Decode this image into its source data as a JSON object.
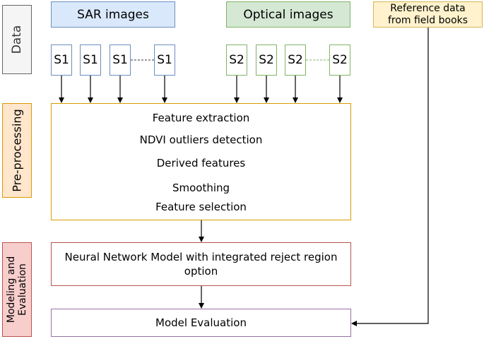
{
  "stages": {
    "data": "Data",
    "preprocessing": "Pre-processing",
    "modeling_line1": "Modeling and",
    "modeling_line2": "Evaluation"
  },
  "sources": {
    "sar": "SAR images",
    "optical": "Optical images",
    "reference_line1": "Reference data",
    "reference_line2": "from field books"
  },
  "sar_items": [
    "S1",
    "S1",
    "S1",
    "S1"
  ],
  "optical_items": [
    "S2",
    "S2",
    "S2",
    "S2"
  ],
  "preprocessing_steps": [
    "Feature extraction",
    "NDVI outliers detection",
    "Derived features",
    "Smoothing",
    "Feature selection"
  ],
  "model": {
    "line1": "Neural Network Model with integrated reject region",
    "line2": "option"
  },
  "evaluation": "Model Evaluation",
  "colors": {
    "sar_fill": "#dae8fc",
    "sar_stroke": "#6c8ebf",
    "optical_fill": "#d5e8d4",
    "optical_stroke": "#82b366",
    "reference_fill": "#fff2cc",
    "reference_stroke": "#d6b656",
    "data_label_fill": "#f5f5f5",
    "data_label_stroke": "#666666",
    "preprocessing_fill": "#ffe6cc",
    "preprocessing_stroke": "#d79b00",
    "modeling_fill": "#f8cecc",
    "modeling_stroke": "#b85450",
    "evaluation_stroke": "#9673a6"
  }
}
